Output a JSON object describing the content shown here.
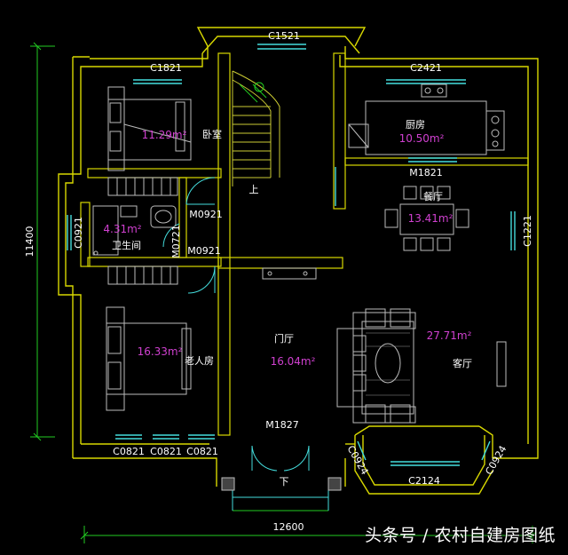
{
  "colors": {
    "background": "#000000",
    "wall": "#d8d800",
    "dim_line": "#22cc22",
    "window": "#44dddd",
    "furniture": "#bbbbbb",
    "area_text": "#d040d0",
    "label_text": "#ffffff"
  },
  "dimensions": {
    "overall_width": "12600",
    "overall_depth": "11400"
  },
  "rooms": [
    {
      "name": "卧室",
      "area": "11.29m²"
    },
    {
      "name": "厨房",
      "area": "10.50m²"
    },
    {
      "name": "餐厅",
      "area": "13.41m²"
    },
    {
      "name": "卫生间",
      "area": "4.31m²"
    },
    {
      "name": "老人房",
      "area": "16.33m²"
    },
    {
      "name": "门厅",
      "area": "16.04m²"
    },
    {
      "name": "客厅",
      "area": "27.71m²"
    }
  ],
  "windows": {
    "top_stair": "C1521",
    "top_left": "C1821",
    "top_right": "C2421",
    "left": "C0921",
    "right": "C1221",
    "bottom_left_1": "C0821",
    "bottom_left_2": "C0821",
    "bottom_left_3": "C0821",
    "bay_left": "C0924",
    "bay_right": "C0924",
    "bay_front": "C2124"
  },
  "doors": {
    "bedroom": "M0921",
    "bathroom": "M0721",
    "elder_room": "M0921",
    "kitchen": "M1821",
    "entrance": "M1827"
  },
  "stairs": {
    "up_label": "上",
    "down_label": "下"
  },
  "watermark": "头条号 / 农村自建房图纸"
}
